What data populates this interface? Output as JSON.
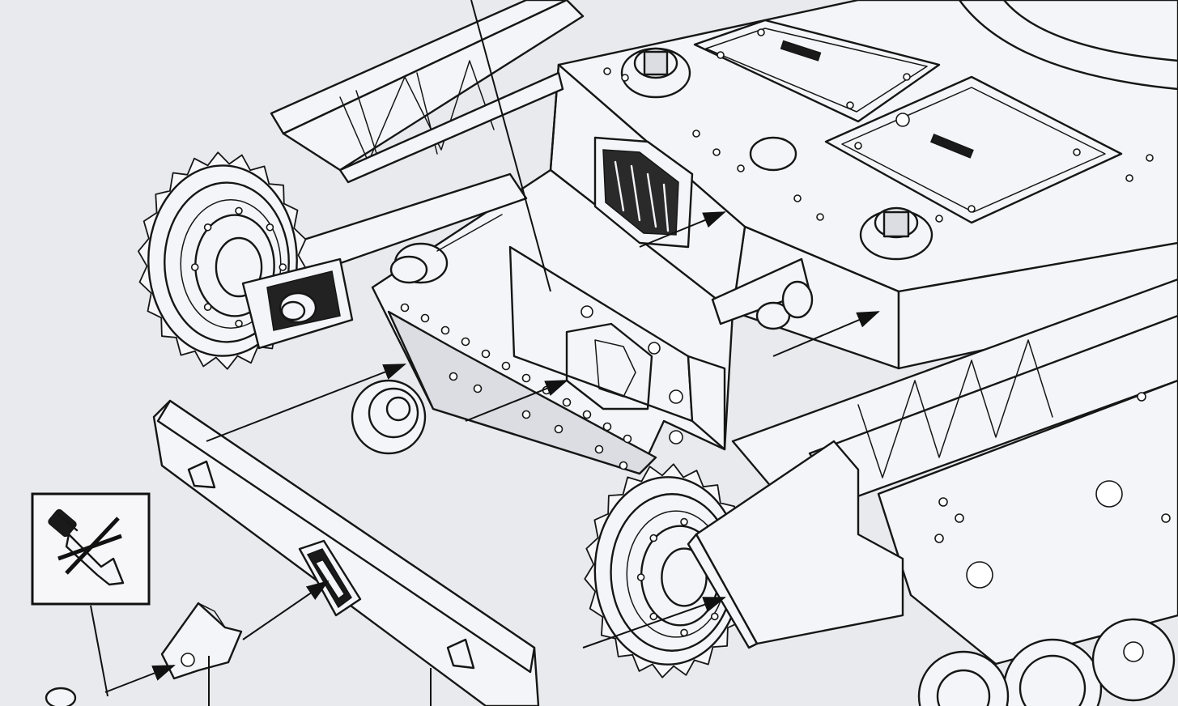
{
  "figure": {
    "background_color": "#e9eaee",
    "ink_color": "#161616",
    "parts": [
      "hull-upper-deck",
      "engine-deck-hatch-left",
      "engine-deck-hatch-right",
      "exhaust-cap-left",
      "exhaust-cap-right",
      "rear-hull-plate",
      "left-drive-sprocket",
      "right-drive-sprocket",
      "rear-bumper-plate",
      "towing-bracket",
      "track-guard-fender",
      "road-wheels",
      "final-drive-axle",
      "rear-track-tensioner-brackets"
    ],
    "symbols": {
      "no_glue_icon": "glue-prohibited-icon"
    },
    "arrows_count": 7
  }
}
